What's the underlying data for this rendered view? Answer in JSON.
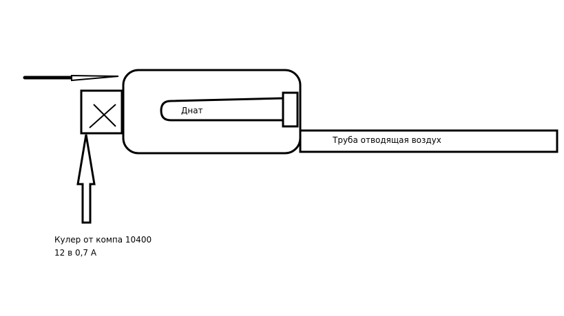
{
  "labels": {
    "lamp": "Днат",
    "pipe": "Труба отводящая воздух",
    "cooler_line1": "Кулер от компа 10400",
    "cooler_line2": "12 в 0,7 А"
  },
  "icons": {
    "fan": "x-mark-icon",
    "intake_arrow": "arrow-up-icon",
    "airflow_arrow": "arrow-left-icon"
  },
  "colors": {
    "stroke": "#000000",
    "background": "#ffffff"
  }
}
